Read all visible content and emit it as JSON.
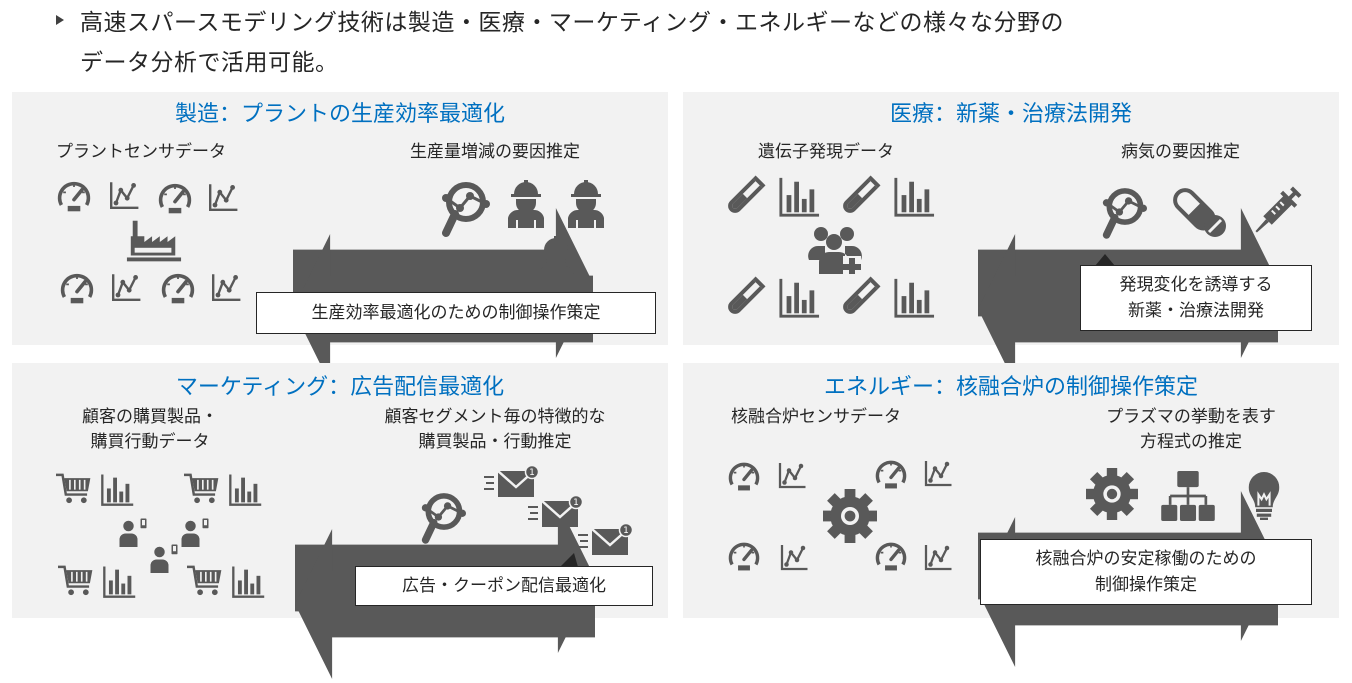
{
  "header": {
    "line1": "高速スパースモデリング技術は製造・医療・マーケティング・エネルギーなどの様々な分野の",
    "line2": "データ分析で活用可能。"
  },
  "colors": {
    "panel": "#f2f2f2",
    "title": "#0070c0",
    "icon": "#595959"
  },
  "panels": {
    "manufacturing": {
      "title": "製造：プラントの生産効率最適化",
      "input_label": "プラントセンサデータ",
      "output_label": "生産量増減の要因推定",
      "result": "生産効率最適化のための制御操作策定"
    },
    "medical": {
      "title": "医療：新薬・治療法開発",
      "input_label": "遺伝子発現データ",
      "output_label": "病気の要因推定",
      "result_line1": "発現変化を誘導する",
      "result_line2": "新薬・治療法開発"
    },
    "marketing": {
      "title": "マーケティング：広告配信最適化",
      "input_label_line1": "顧客の購買製品・",
      "input_label_line2": "購買行動データ",
      "output_label_line1": "顧客セグメント毎の特徴的な",
      "output_label_line2": "購買製品・行動推定",
      "result": "広告・クーポン配信最適化",
      "badge": "1"
    },
    "energy": {
      "title": "エネルギー：核融合炉の制御操作策定",
      "input_label": "核融合炉センサデータ",
      "output_label_line1": "プラズマの挙動を表す",
      "output_label_line2": "方程式の推定",
      "result_line1": "核融合炉の安定稼働のための",
      "result_line2": "制御操作策定"
    }
  }
}
